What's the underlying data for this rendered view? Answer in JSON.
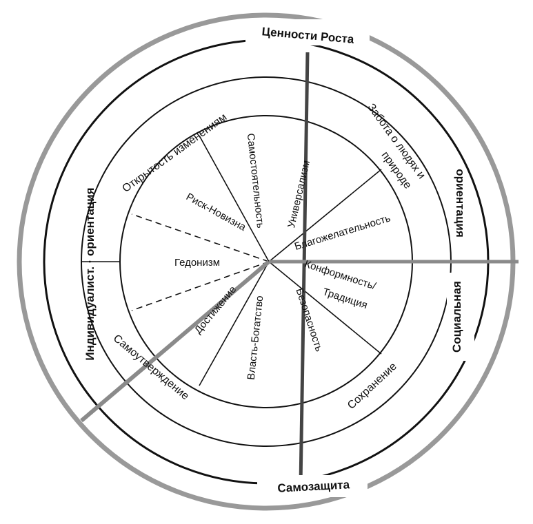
{
  "colors": {
    "outer_ring": "#999999",
    "line": "#111111",
    "axis_dark": "#444444",
    "axis_gray": "#8a8a8a",
    "background": "#ffffff"
  },
  "outer": {
    "top": "Ценности Роста",
    "bottom": "Самозащита",
    "left": "Индивидуалист. · ориентация",
    "right_a": "Социальная",
    "right_b": "ориентация"
  },
  "groups": {
    "openness": "Открытость изменениям",
    "care": "Забота о людях и",
    "care_line2": "природе",
    "self_enhancement": "Самоутверждение",
    "conservation": "Сохранение"
  },
  "values": {
    "self_direction": "Самостоятельность",
    "universalism": "Универсализм",
    "benevolence": "Благожелательность",
    "conformity": "Конформность/",
    "conformity_line2": "Традиция",
    "security": "Безопасность",
    "power": "Власть-Богатство",
    "achievement": "Достижение",
    "hedonism": "Гедонизм",
    "stimulation": "Риск-Новизна"
  }
}
